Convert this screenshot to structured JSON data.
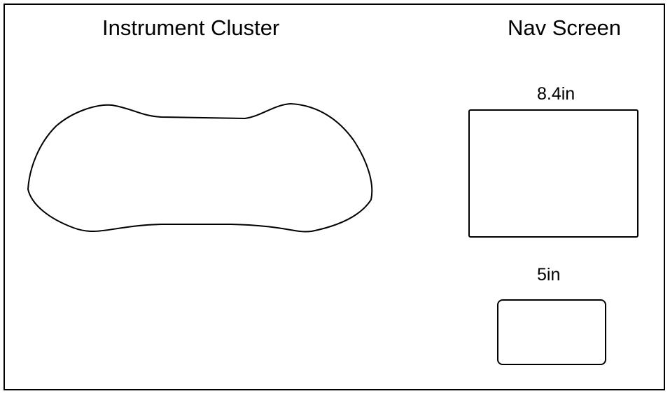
{
  "instrument_cluster": {
    "title": "Instrument Cluster"
  },
  "nav_screen": {
    "title": "Nav Screen",
    "large_screen_label": "8.4in",
    "small_screen_label": "5in"
  },
  "colors": {
    "stroke": "#000000",
    "background": "#ffffff"
  }
}
